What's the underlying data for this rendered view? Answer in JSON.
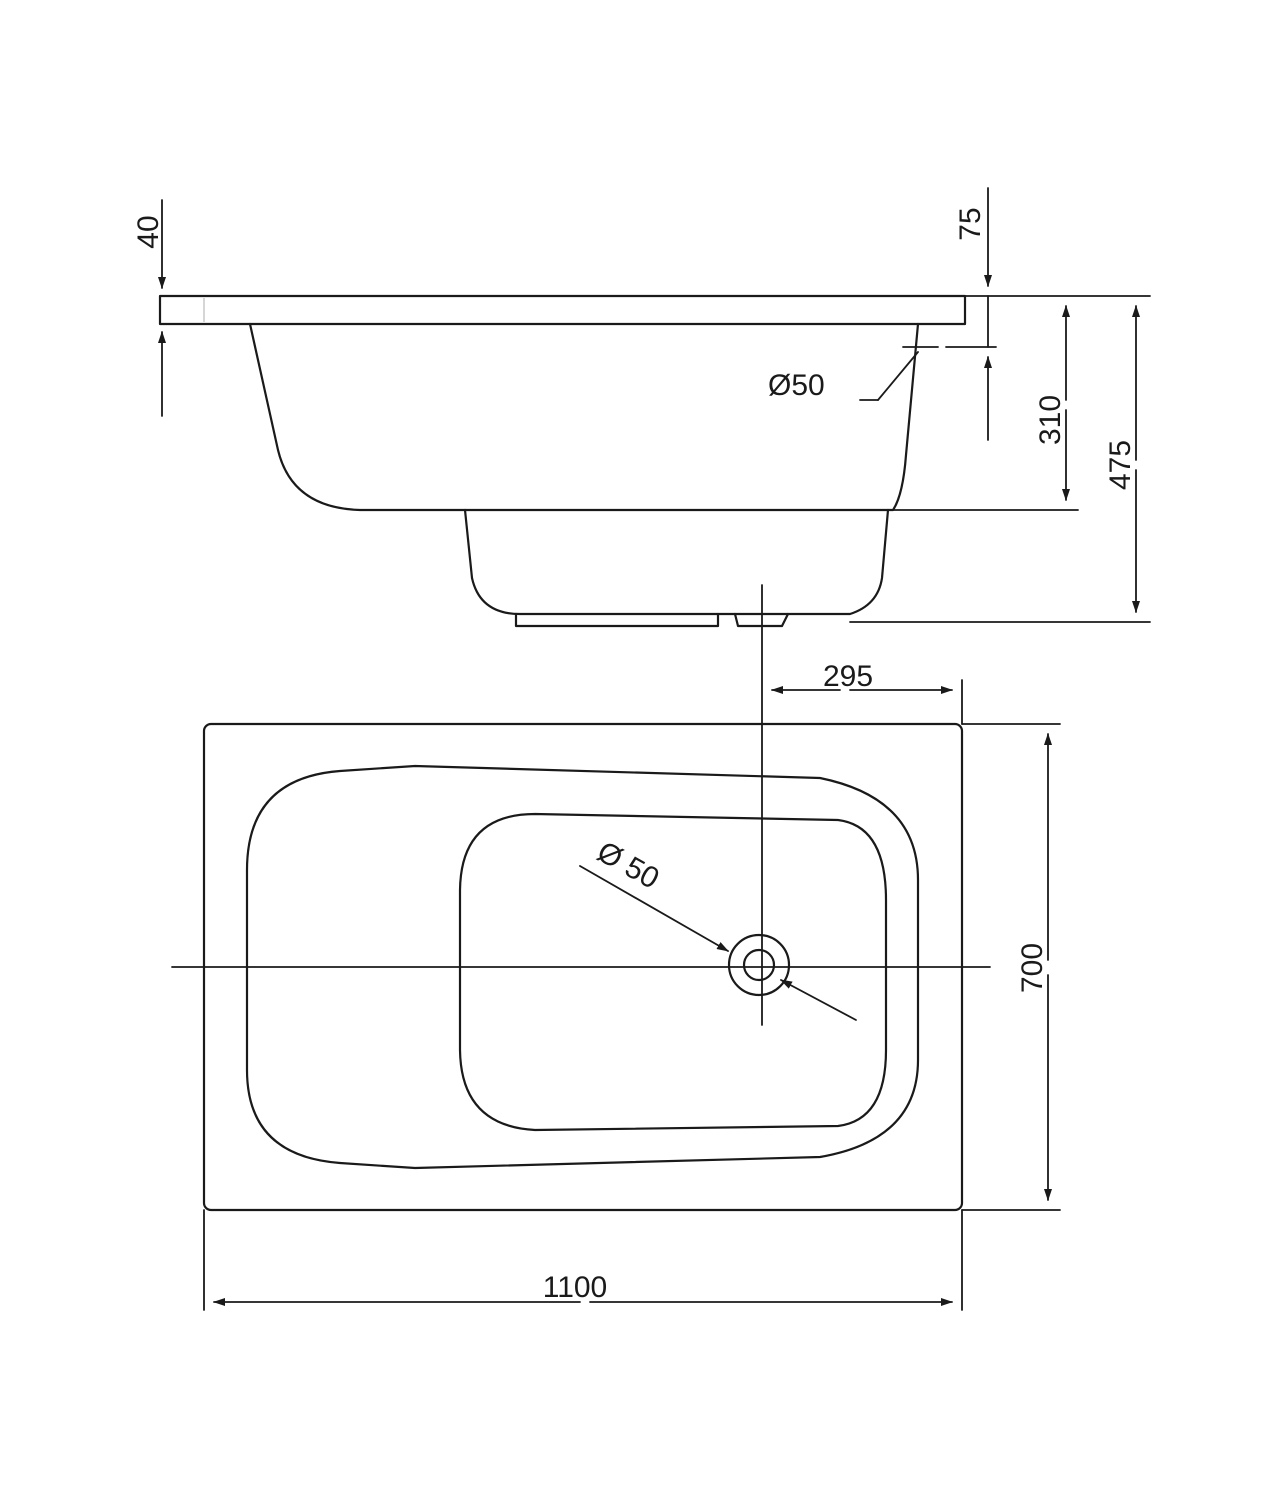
{
  "dimensions": {
    "rim_left": "40",
    "rim_right": "75",
    "outlet_diameter_side": "Ø50",
    "overflow_height": "310",
    "total_height": "475",
    "drain_offset": "295",
    "width": "700",
    "length": "1100",
    "drain_diameter_top": "Ø 50"
  },
  "colors": {
    "line": "#1a1a1a",
    "background": "#ffffff"
  }
}
